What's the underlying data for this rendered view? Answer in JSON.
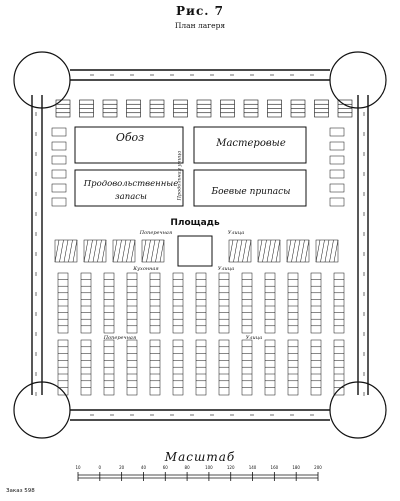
{
  "figure": {
    "number": "Рис. 7",
    "caption": "План лагеря"
  },
  "zones": {
    "train": "Обоз",
    "workshops": "Мастеровые",
    "provisions": "Продовольственные запасы",
    "ammunition": "Боевые припасы",
    "square": "Площадь"
  },
  "streets": {
    "vertical_center": "Продольная улица",
    "upper_left": "Поперечная",
    "upper_right": "Улица",
    "middle_left": "Кухонная",
    "middle_right": "Улица",
    "lower_left": "Поперечная",
    "lower_right": "Улица"
  },
  "scale": {
    "label": "Масштаб",
    "ticks": [
      "10",
      "0",
      "20",
      "40",
      "60",
      "80",
      "100",
      "120",
      "140",
      "160",
      "180",
      "200"
    ]
  },
  "printer_mark": "Заказ 598",
  "colors": {
    "ink": "#111111",
    "paper": "#ffffff"
  }
}
